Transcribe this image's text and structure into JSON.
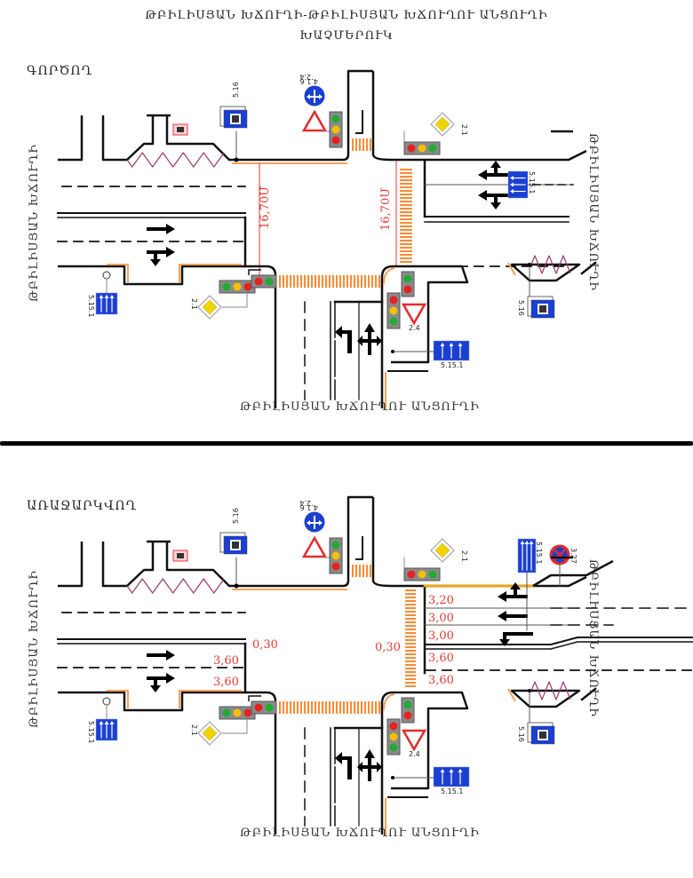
{
  "title": {
    "line1": "ԹԲԻԼԻՍՅԱՆ ԽՃՈՒՂԻ-ԹԲԻԼԻՍՅԱՆ ԽՃՈՒՂՈՒ ԱՆՑՈՒՂԻ",
    "line2": "ԽԱՉՄԵՐՈՒԿ"
  },
  "streets": {
    "main_left": "ԹԲԻԼԻՍՅԱՆ ԽՃՈՒՂԻ",
    "main_right": "ԹԲԻԼԻՍՅԱՆ ԽՃՈՒՂԻ",
    "side_bottom": "ԹԲԻԼԻՍՅԱՆ ԽՃՈՒՂՈՒ ԱՆՑՈՒՂԻ"
  },
  "colors": {
    "curb": "#111111",
    "edge_marking": "#f7a05a",
    "crosswalk": "#ff8a33",
    "dimension": "#e53935",
    "sign_blue": "#1a3fd1",
    "sign_yellow": "#f2d200",
    "sign_red": "#e32b2b",
    "fence": "#9b3b6b",
    "lane_line": "#111111",
    "stop_line_proposed": "#f2a500"
  },
  "diagrams": [
    {
      "id": "existing",
      "label": "ԳՈՐԾՈՂ",
      "crosswalk_widths": [
        "16,70Մ",
        "16,70Մ"
      ],
      "signs": [
        {
          "code": "5.16",
          "name": "bus-stop-sign"
        },
        {
          "code": "4.1.6",
          "name": "mandatory-direction-sign"
        },
        {
          "code": "2.4",
          "name": "give-way-sign"
        },
        {
          "code": "2.1",
          "name": "main-road-sign"
        },
        {
          "code": "5.15.1",
          "name": "lane-direction-sign"
        }
      ],
      "lane_widths": []
    },
    {
      "id": "proposed",
      "label": "ԱՌԱՋԱՐԿՎՈՂ",
      "crosswalk_widths": [],
      "signs": [
        {
          "code": "5.16",
          "name": "bus-stop-sign"
        },
        {
          "code": "4.1.6",
          "name": "mandatory-direction-sign"
        },
        {
          "code": "2.4",
          "name": "give-way-sign"
        },
        {
          "code": "2.1",
          "name": "main-road-sign"
        },
        {
          "code": "5.15.1",
          "name": "lane-direction-sign"
        },
        {
          "code": "3.27",
          "name": "no-stopping-sign"
        }
      ],
      "lane_widths": {
        "left_offset": "0,30",
        "left_lanes": [
          "3,60",
          "3,60"
        ],
        "center_offset": "0,30",
        "right_in_lanes": [
          "3,20",
          "3,00",
          "3,00"
        ],
        "right_out_lanes": [
          "3,60",
          "3,60"
        ]
      }
    }
  ]
}
